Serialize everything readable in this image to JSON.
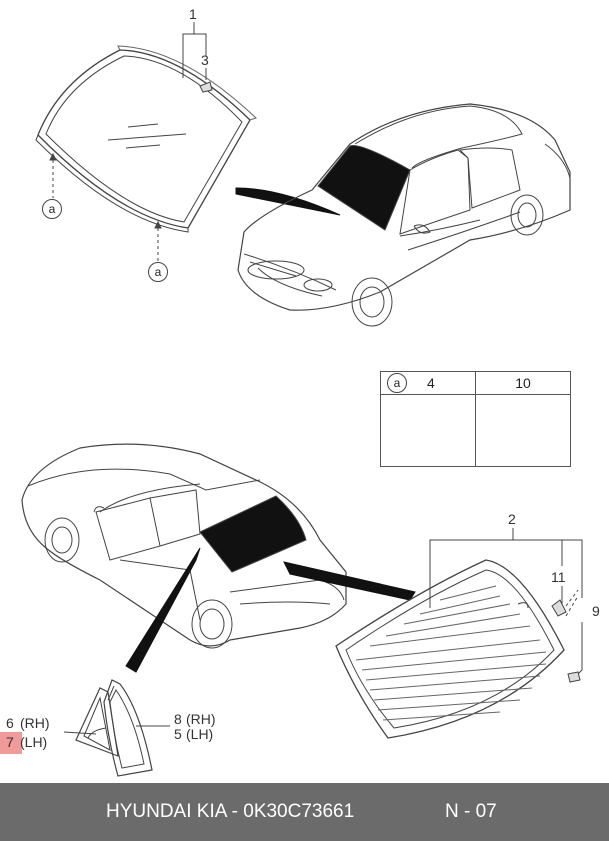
{
  "callouts": {
    "p1": "1",
    "p2": "2",
    "p3": "3",
    "p4": "4",
    "p5": "5",
    "p6": "6",
    "p7": "7",
    "p8": "8",
    "p9": "9",
    "p10": "10",
    "p11": "11",
    "rh": "(RH)",
    "lh": "(LH)",
    "a": "a"
  },
  "legend": {
    "ref": "a",
    "col1": "4",
    "col2": "10"
  },
  "footer": {
    "brand": "HYUNDAI  KIA - 0K30C73661",
    "page": "N - 07"
  }
}
